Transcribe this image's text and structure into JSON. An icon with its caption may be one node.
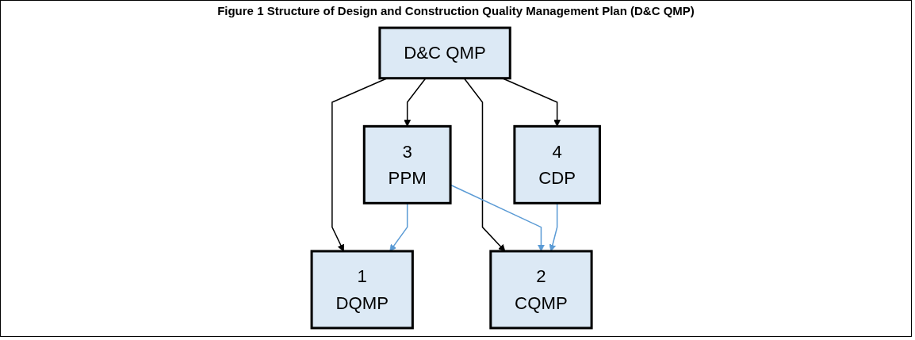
{
  "diagram": {
    "title": "Figure 1 Structure of Design and Construction Quality Management Plan (D&C QMP)",
    "nodes": [
      {
        "text": [
          "D&C QMP"
        ]
      },
      {
        "text": [
          "1",
          "DQMP"
        ]
      },
      {
        "text": [
          "2",
          "CQMP"
        ]
      },
      {
        "text": [
          "3",
          "PPM"
        ]
      },
      {
        "text": [
          "4",
          "CDP"
        ]
      }
    ],
    "edges": [
      {
        "from": 0,
        "to": 1,
        "arrow": "to"
      },
      {
        "from": 0,
        "to": 2,
        "arrow": "to"
      },
      {
        "from": 0,
        "to": 3,
        "arrow": "to"
      },
      {
        "from": 0,
        "to": 4,
        "arrow": "to"
      },
      {
        "from": 3,
        "to": 2,
        "arrow": "to",
        "color": "#5b9bd5"
      },
      {
        "from": 3,
        "to": 1,
        "arrow": "to",
        "color": "#5b9bd5"
      },
      {
        "from": 4,
        "to": 2,
        "arrow": "to",
        "color": "#5b9bd5"
      }
    ]
  }
}
